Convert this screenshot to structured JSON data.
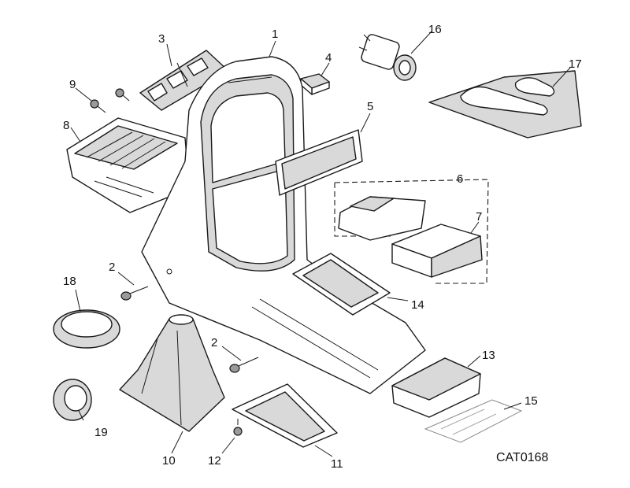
{
  "diagram": {
    "catalog_code": "CAT0168",
    "callouts": {
      "c1": "1",
      "c2a": "2",
      "c2b": "2",
      "c3": "3",
      "c4": "4",
      "c5": "5",
      "c6": "6",
      "c7": "7",
      "c8": "8",
      "c9": "9",
      "c10": "10",
      "c11": "11",
      "c12": "12",
      "c13": "13",
      "c14": "14",
      "c15": "15",
      "c16": "16",
      "c17": "17",
      "c18": "18",
      "c19": "19"
    }
  }
}
